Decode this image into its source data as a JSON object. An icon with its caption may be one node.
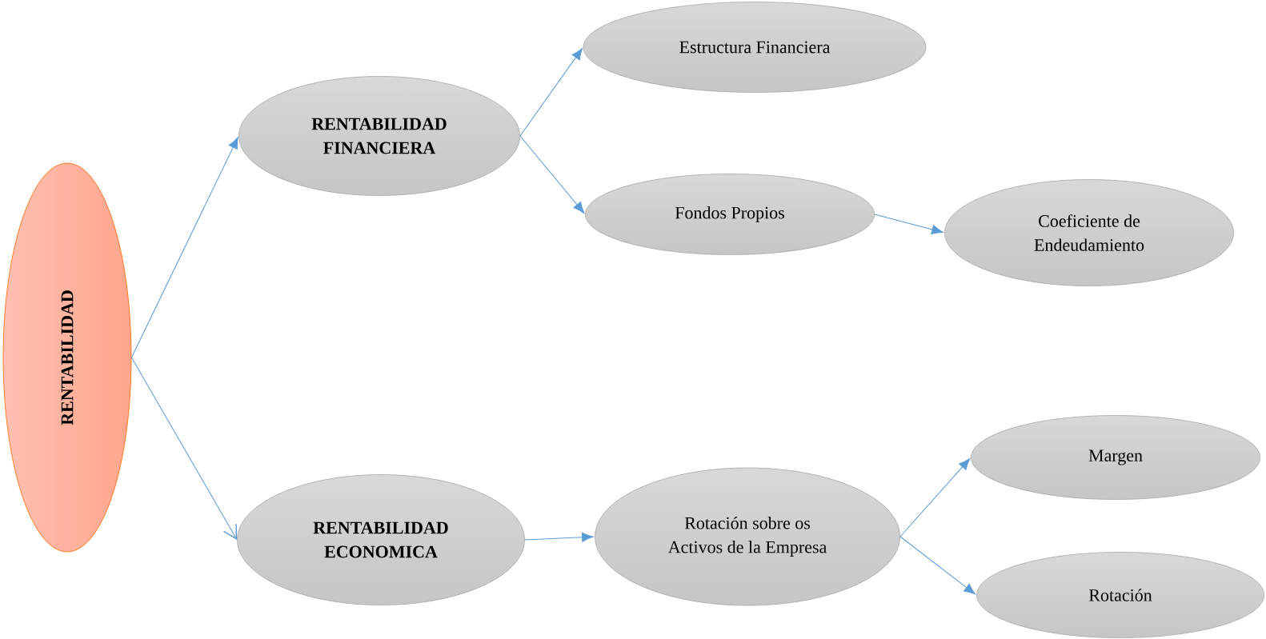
{
  "diagram": {
    "nodes": [
      {
        "text": [
          "RENTABILIDAD"
        ]
      },
      {
        "text": [
          "RENTABILIDAD FINANCIERA"
        ]
      },
      {
        "text": [
          "Estructura Financiera"
        ]
      },
      {
        "text": [
          "Fondos Propios"
        ]
      },
      {
        "text": [
          "Coeficiente de Endeudamiento"
        ]
      },
      {
        "text": [
          "RENTABILIDAD ECONOMICA"
        ]
      },
      {
        "text": [
          "Rotación sobre os Activos de la Empresa"
        ]
      },
      {
        "text": [
          "Margen"
        ]
      },
      {
        "text": [
          "Rotación"
        ]
      }
    ],
    "edges": [
      {
        "from": 0,
        "to": 1,
        "arrow": "to"
      },
      {
        "from": 0,
        "to": 5,
        "arrow": "to"
      },
      {
        "from": 1,
        "to": 2,
        "arrow": "to"
      },
      {
        "from": 1,
        "to": 3,
        "arrow": "to"
      },
      {
        "from": 3,
        "to": 4,
        "arrow": "to"
      },
      {
        "from": 5,
        "to": 6,
        "arrow": "to"
      },
      {
        "from": 6,
        "to": 7,
        "arrow": "to"
      },
      {
        "from": 6,
        "to": 8,
        "arrow": "to"
      }
    ]
  }
}
